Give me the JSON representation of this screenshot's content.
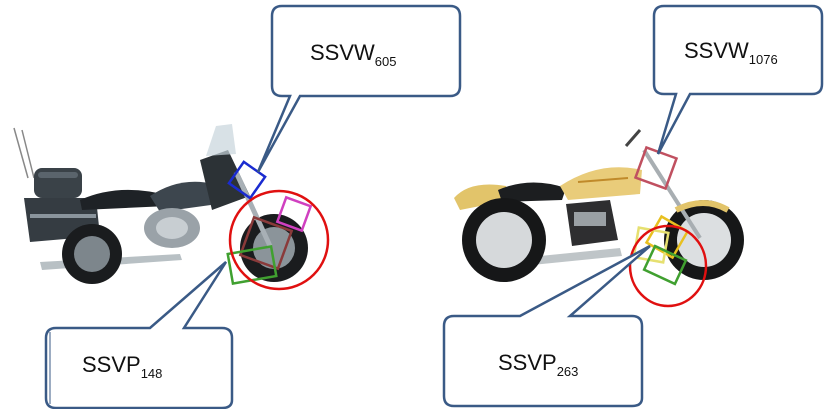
{
  "left_figure": {
    "top_callout": {
      "main": "SSVW",
      "sub": "605"
    },
    "bottom_callout": {
      "main": "SSVP",
      "sub": "148"
    }
  },
  "right_figure": {
    "top_callout": {
      "main": "SSVW",
      "sub": "1076"
    },
    "bottom_callout": {
      "main": "SSVP",
      "sub": "263"
    }
  },
  "colors": {
    "callout_stroke": "#3a5a86",
    "circle": "#e01010",
    "box_blue": "#1a2bd0",
    "box_magenta": "#d040c0",
    "box_green": "#40a030",
    "box_brown": "#8a3a3a",
    "box_pink": "#c05060",
    "box_yellow": "#e8c020",
    "box_lightyellow": "#e6e070",
    "touring_body": "#2e3438",
    "sportster_body": "#e8c870"
  },
  "icons": [
    "touring-motorcycle-photo",
    "sportster-motorcycle-photo"
  ]
}
